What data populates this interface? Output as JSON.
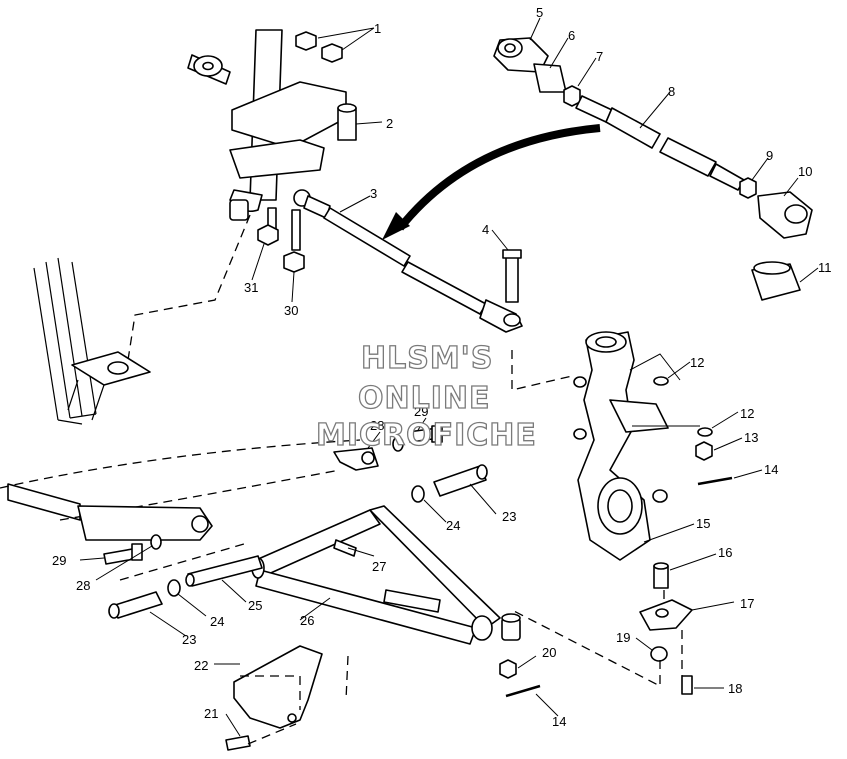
{
  "watermark": {
    "line1": "HLSM'S",
    "line2": "ONLINE",
    "line3": "MICROFICHE"
  },
  "callouts": [
    "1",
    "2",
    "3",
    "4",
    "5",
    "6",
    "7",
    "8",
    "9",
    "10",
    "11",
    "12",
    "12",
    "13",
    "14",
    "15",
    "16",
    "17",
    "18",
    "19",
    "20",
    "14",
    "21",
    "22",
    "23",
    "24",
    "25",
    "26",
    "27",
    "28",
    "29",
    "28",
    "29",
    "23",
    "24",
    "30",
    "31"
  ]
}
